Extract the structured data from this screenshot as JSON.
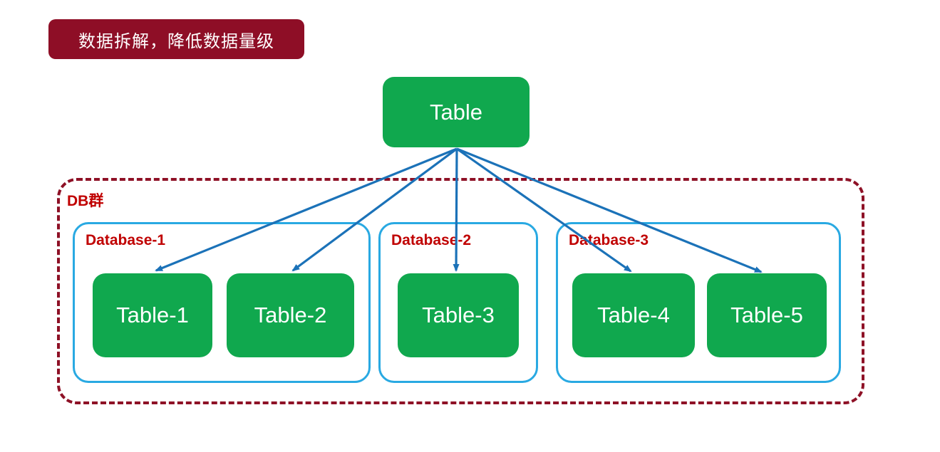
{
  "banner": {
    "label": "数据拆解，降低数据量级"
  },
  "root_table": {
    "label": "Table"
  },
  "db_group": {
    "label": "DB群",
    "databases": [
      {
        "label": "Database-1",
        "tables": [
          "Table-1",
          "Table-2"
        ]
      },
      {
        "label": "Database-2",
        "tables": [
          "Table-3"
        ]
      },
      {
        "label": "Database-3",
        "tables": [
          "Table-4",
          "Table-5"
        ]
      }
    ]
  },
  "edges": [
    {
      "from": "Table",
      "to": "Table-1"
    },
    {
      "from": "Table",
      "to": "Table-2"
    },
    {
      "from": "Table",
      "to": "Table-3"
    },
    {
      "from": "Table",
      "to": "Table-4"
    },
    {
      "from": "Table",
      "to": "Table-5"
    }
  ],
  "colors": {
    "node_green": "#10a84e",
    "database_border_blue": "#29a9e2",
    "arrow_blue": "#1b72b8",
    "maroon_dark_red": "#8e0e26",
    "label_red": "#c00000",
    "node_text_white": "#ffffff"
  }
}
